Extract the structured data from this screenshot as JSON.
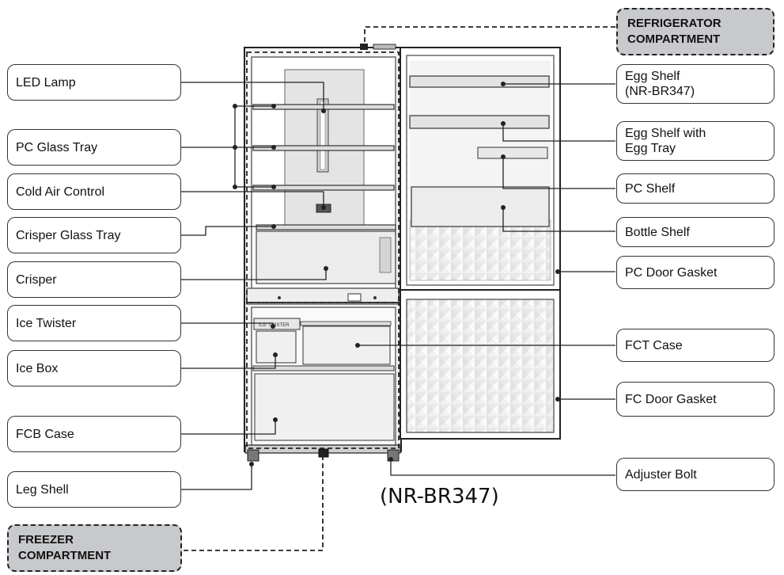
{
  "compartments": {
    "refrigerator": "REFRIGERATOR\nCOMPARTMENT",
    "freezer": "FREEZER\nCOMPARTMENT"
  },
  "left_labels": {
    "led_lamp": "LED Lamp",
    "pc_glass_tray": "PC Glass Tray",
    "cold_air_control": "Cold Air Control",
    "crisper_glass_tray": "Crisper Glass Tray",
    "crisper": "Crisper",
    "ice_twister": "Ice Twister",
    "ice_box": "Ice Box",
    "fcb_case": "FCB Case",
    "leg_shell": "Leg Shell"
  },
  "right_labels": {
    "egg_shelf": "Egg Shelf\n(NR-BR347)",
    "egg_shelf_with_tray": "Egg Shelf with\nEgg Tray",
    "pc_shelf": "PC Shelf",
    "bottle_shelf": "Bottle Shelf",
    "pc_door_gasket": "PC Door Gasket",
    "fct_case": "FCT Case",
    "fc_door_gasket": "FC Door Gasket",
    "adjuster_bolt": "Adjuster Bolt"
  },
  "model": "(NR-BR347)",
  "ice_twister_text": "ICE TWISTER",
  "colors": {
    "compartment_fill": "#c8c9cc",
    "line": "#222222"
  }
}
